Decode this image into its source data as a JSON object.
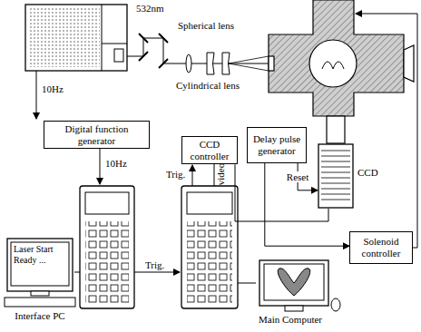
{
  "diagram": {
    "nodes": [
      {
        "text": [
          "Digital function generator"
        ]
      },
      {
        "text": [
          "CCD controller"
        ]
      },
      {
        "text": [
          "Delay pulse generator"
        ]
      },
      {
        "text": [
          "CCD"
        ]
      },
      {
        "text": [
          "Solenoid controller"
        ]
      },
      {
        "text": [
          "Laser Start Ready ...",
          "Interface PC"
        ]
      },
      {
        "text": [
          "Main Computer"
        ]
      }
    ],
    "edges": [
      {
        "from": 2,
        "to": 3,
        "label": "Reset",
        "arrow": "to"
      },
      {
        "from": 1,
        "to": 3,
        "arrow": "none"
      },
      {
        "from": 2,
        "to": 4,
        "arrow": "to"
      }
    ],
    "labels": [
      "532nm",
      "Spherical lens",
      "Cylindrical lens",
      "10Hz",
      "10Hz",
      "Trig.",
      "video",
      "Trig."
    ]
  }
}
